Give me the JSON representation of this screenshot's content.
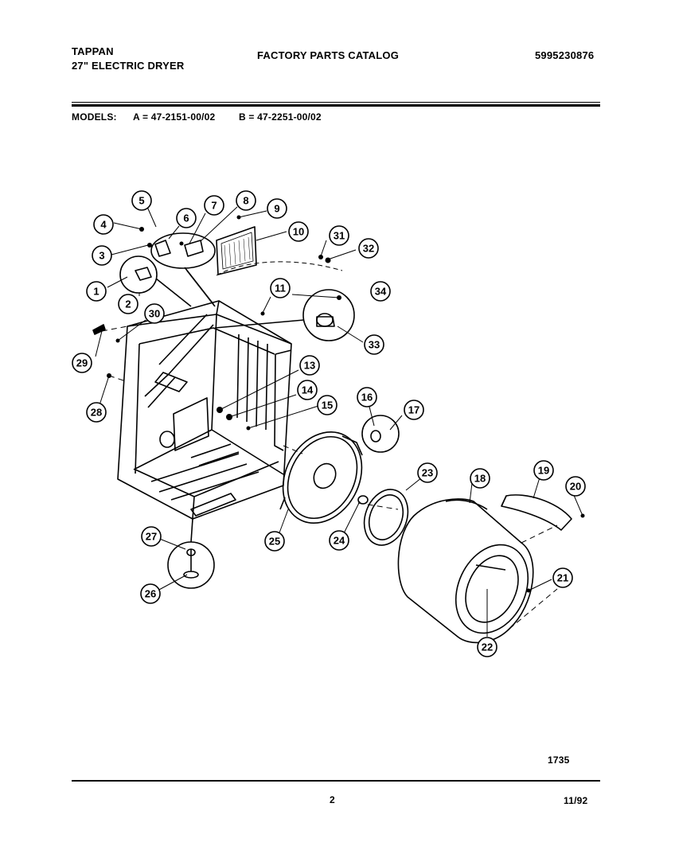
{
  "header": {
    "brand": "TAPPAN",
    "product": "27\" ELECTRIC DRYER",
    "catalog_title": "FACTORY PARTS CATALOG",
    "catalog_number": "5995230876"
  },
  "models": {
    "label": "MODELS:",
    "model_a": "A = 47-2151-00/02",
    "model_b": "B = 47-2251-00/02"
  },
  "diagram": {
    "callouts": [
      "1",
      "2",
      "3",
      "4",
      "5",
      "6",
      "7",
      "8",
      "9",
      "10",
      "11",
      "13",
      "14",
      "15",
      "16",
      "17",
      "18",
      "19",
      "20",
      "21",
      "22",
      "23",
      "24",
      "25",
      "26",
      "27",
      "28",
      "29",
      "30",
      "31",
      "32",
      "33",
      "34"
    ],
    "figure_number": "1735"
  },
  "footer": {
    "page_number": "2",
    "date": "11/92"
  }
}
